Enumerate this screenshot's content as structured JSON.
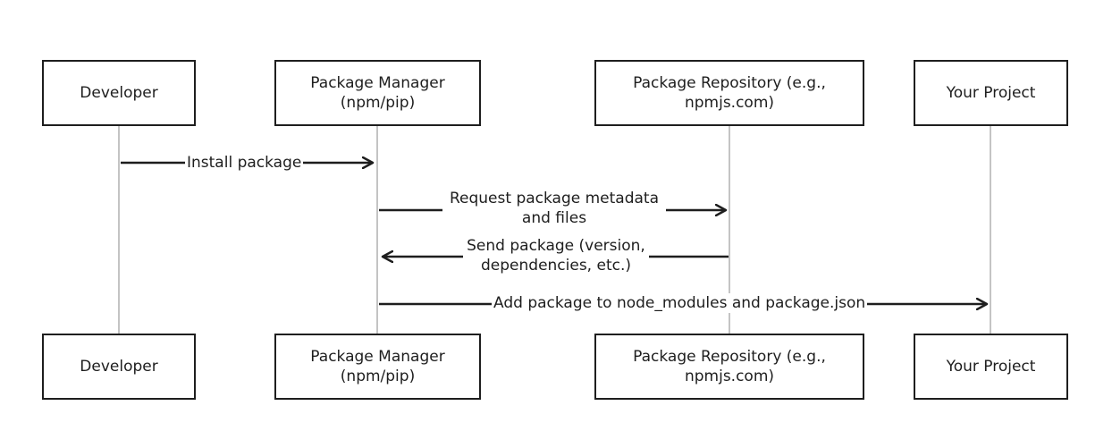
{
  "participants": [
    {
      "id": "developer",
      "label_top": "Developer",
      "label_bottom": "Developer"
    },
    {
      "id": "package-manager",
      "label_top": "Package Manager (npm/pip)",
      "label_bottom": "Package Manager (npm/pip)"
    },
    {
      "id": "package-repository",
      "label_top": "Package Repository (e.g., npmjs.com)",
      "label_bottom": "Package Repository (e.g., npmjs.com)"
    },
    {
      "id": "your-project",
      "label_top": "Your Project",
      "label_bottom": "Your Project"
    }
  ],
  "messages": [
    {
      "from": "developer",
      "to": "package-manager",
      "label": "Install package"
    },
    {
      "from": "package-manager",
      "to": "package-repository",
      "label": "Request package metadata and files"
    },
    {
      "from": "package-repository",
      "to": "package-manager",
      "label": "Send package (version, dependencies, etc.)"
    },
    {
      "from": "package-manager",
      "to": "your-project",
      "label": "Add package to node_modules and package.json"
    }
  ],
  "colors": {
    "stroke": "#1e1e1e",
    "lifeline": "#b0b0b0",
    "background": "#ffffff"
  }
}
